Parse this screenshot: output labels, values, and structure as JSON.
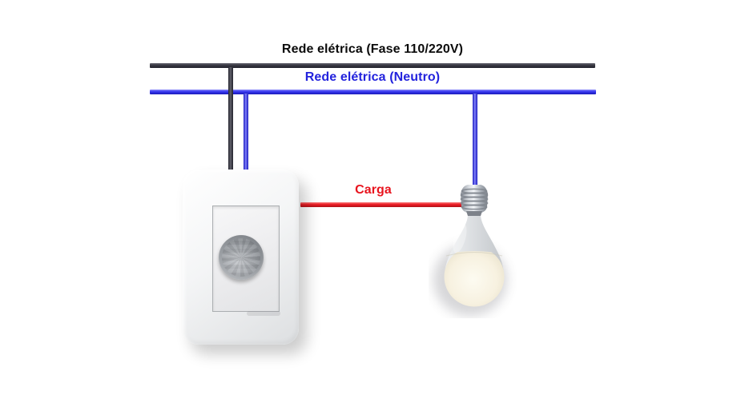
{
  "diagram": {
    "labels": {
      "phase": "Rede elétrica (Fase 110/220V)",
      "neutral": "Rede elétrica (Neutro)",
      "load": "Carga"
    },
    "wires": [
      {
        "name": "phase-line",
        "label": "Rede elétrica (Fase 110/220V)",
        "color": "#2b2b35"
      },
      {
        "name": "neutral-line",
        "label": "Rede elétrica (Neutro)",
        "color": "#2a2ae0"
      },
      {
        "name": "load-wire",
        "label": "Carga",
        "color": "#e8141e"
      }
    ],
    "components": [
      {
        "name": "pir-motion-sensor-switch",
        "description": "white wall plate with round gray PIR sensor dome"
      },
      {
        "name": "led-bulb",
        "description": "LED bulb with screw base, connected to load and neutral wires"
      }
    ]
  },
  "colors": {
    "phase": "#2b2b35",
    "neutral": "#2a2ae0",
    "load": "#e8141e",
    "label-phase": "#0b0b0b",
    "label-neutral": "#2323dd",
    "label-load": "#e8141e"
  }
}
